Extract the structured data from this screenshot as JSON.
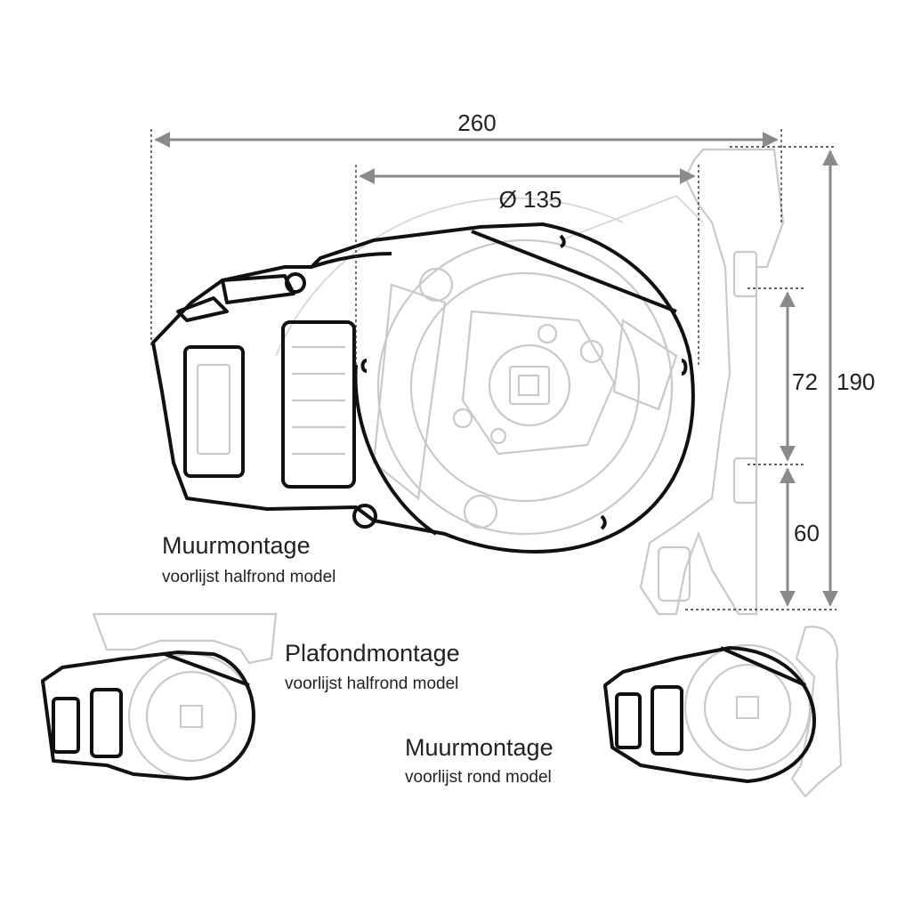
{
  "dimensions": {
    "width_total": "260",
    "diameter": "Ø 135",
    "height_total": "190",
    "spacing_upper": "72",
    "spacing_lower": "60"
  },
  "models": [
    {
      "title": "Muurmontage",
      "subtitle": "voorlijst halfrond model"
    },
    {
      "title": "Plafondmontage",
      "subtitle": "voorlijst halfrond model"
    },
    {
      "title": "Muurmontage",
      "subtitle": "voorlijst rond model"
    }
  ],
  "colors": {
    "outline": "#111111",
    "detail": "#c9c9c9",
    "dimension": "#8a8a8a"
  }
}
